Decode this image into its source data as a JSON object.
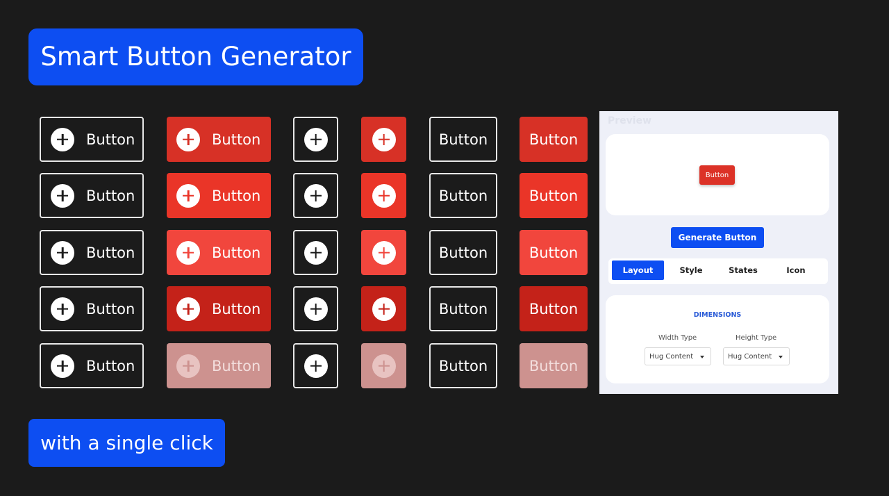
{
  "header": {
    "title": "Smart Button Generator"
  },
  "footer": {
    "tagline": "with a single click"
  },
  "grid": {
    "button_label": "Button",
    "colors": {
      "outline_border": "#e8e8e8",
      "row_fills": [
        "#d73126",
        "#ea3528",
        "#f1463d",
        "#c42219",
        "#cd928f"
      ],
      "outline_plus_color": "#1b1b1b"
    },
    "icon": "plus-circle-icon"
  },
  "preview_panel": {
    "title": "Preview",
    "preview_button_label": "Button",
    "generate_label": "Generate Button",
    "tabs": [
      {
        "label": "Layout",
        "active": true
      },
      {
        "label": "Style",
        "active": false
      },
      {
        "label": "States",
        "active": false
      },
      {
        "label": "Icon",
        "active": false
      }
    ],
    "section_heading": "DIMENSIONS",
    "width_type": {
      "label": "Width Type",
      "value": "Hug Content"
    },
    "height_type": {
      "label": "Height Type",
      "value": "Hug Content"
    }
  }
}
